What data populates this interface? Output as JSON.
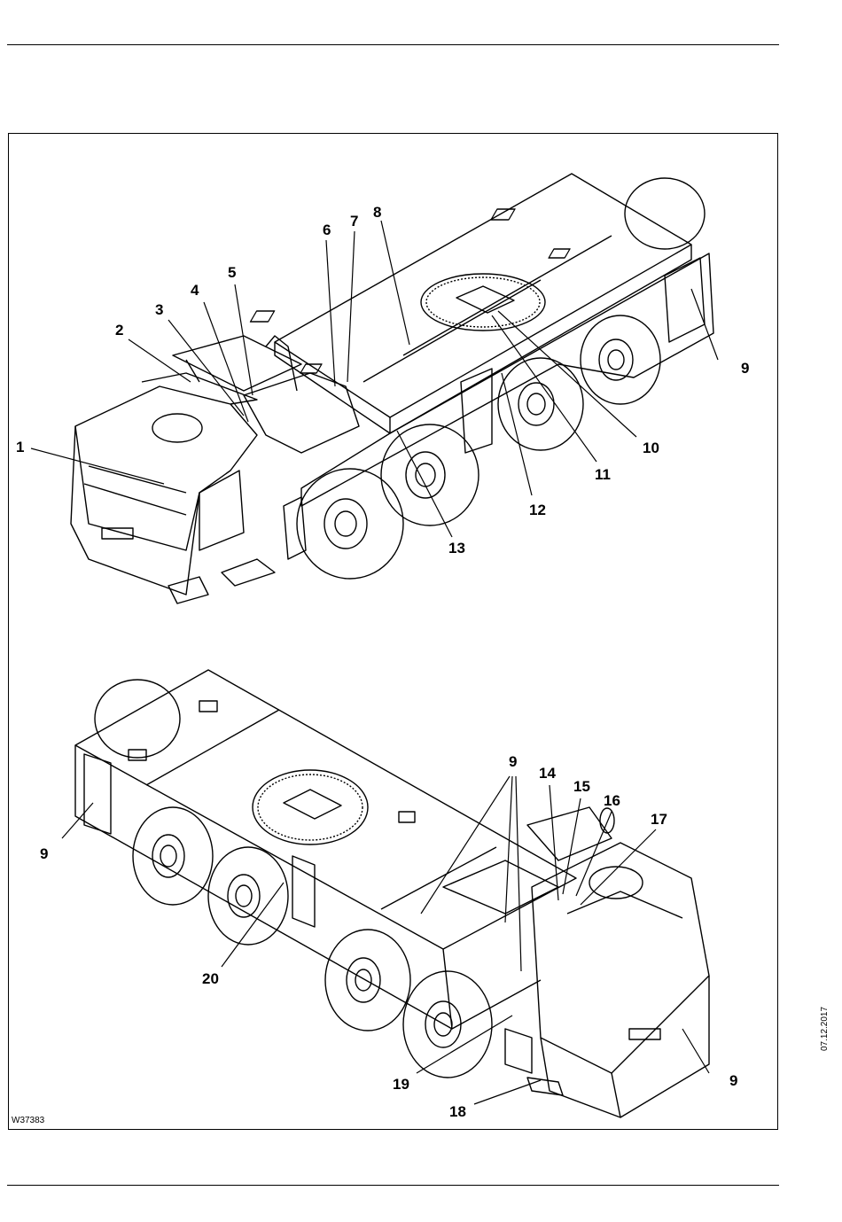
{
  "figure": {
    "id": "W37383",
    "callouts": [
      "1",
      "2",
      "3",
      "4",
      "5",
      "6",
      "7",
      "8",
      "9",
      "10",
      "11",
      "12",
      "13",
      "9",
      "14",
      "15",
      "16",
      "17",
      "9",
      "18",
      "19",
      "9",
      "20"
    ]
  },
  "margin_date": "07.12.2017"
}
